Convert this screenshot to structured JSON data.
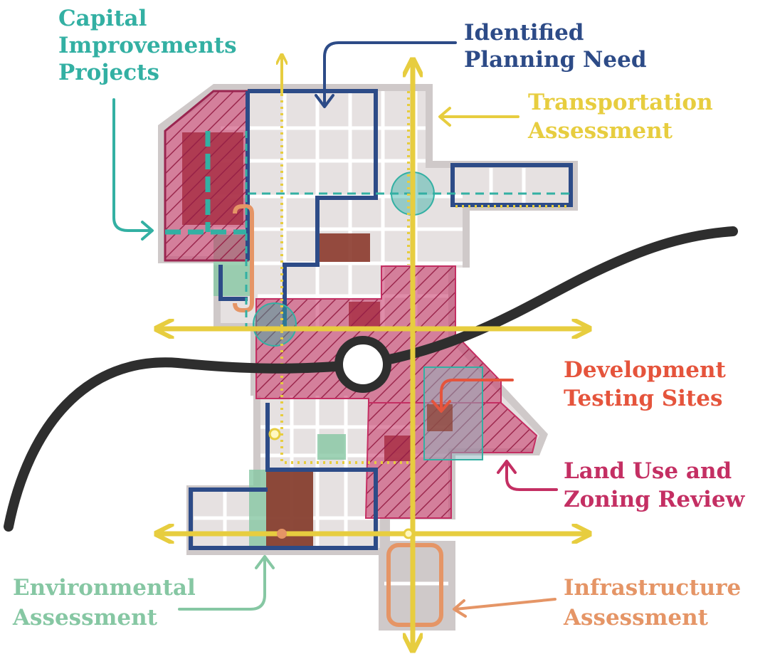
{
  "colors": {
    "capital": "#33b0a3",
    "planning": "#2d4b87",
    "transportation": "#e7cd3f",
    "development": "#e5543c",
    "landuse": "#c42f63",
    "environmental": "#86c7a3",
    "infrastructure": "#e59566",
    "parcel": "#e6e1e1",
    "grid": "#ffffff",
    "road": "#2e2e2e",
    "brown": "#8b3a2c"
  },
  "labels": {
    "capital": [
      "Capital",
      "Improvements",
      "Projects"
    ],
    "planning": [
      "Identified",
      "Planning Need"
    ],
    "transportation": [
      "Transportation",
      "Assessment"
    ],
    "development": [
      "Development",
      "Testing Sites"
    ],
    "landuse": [
      "Land Use and",
      "Zoning Review"
    ],
    "environmental": [
      "Environmental",
      "Assessment"
    ],
    "infrastructure": [
      "Infrastructure",
      "Assessment"
    ]
  }
}
